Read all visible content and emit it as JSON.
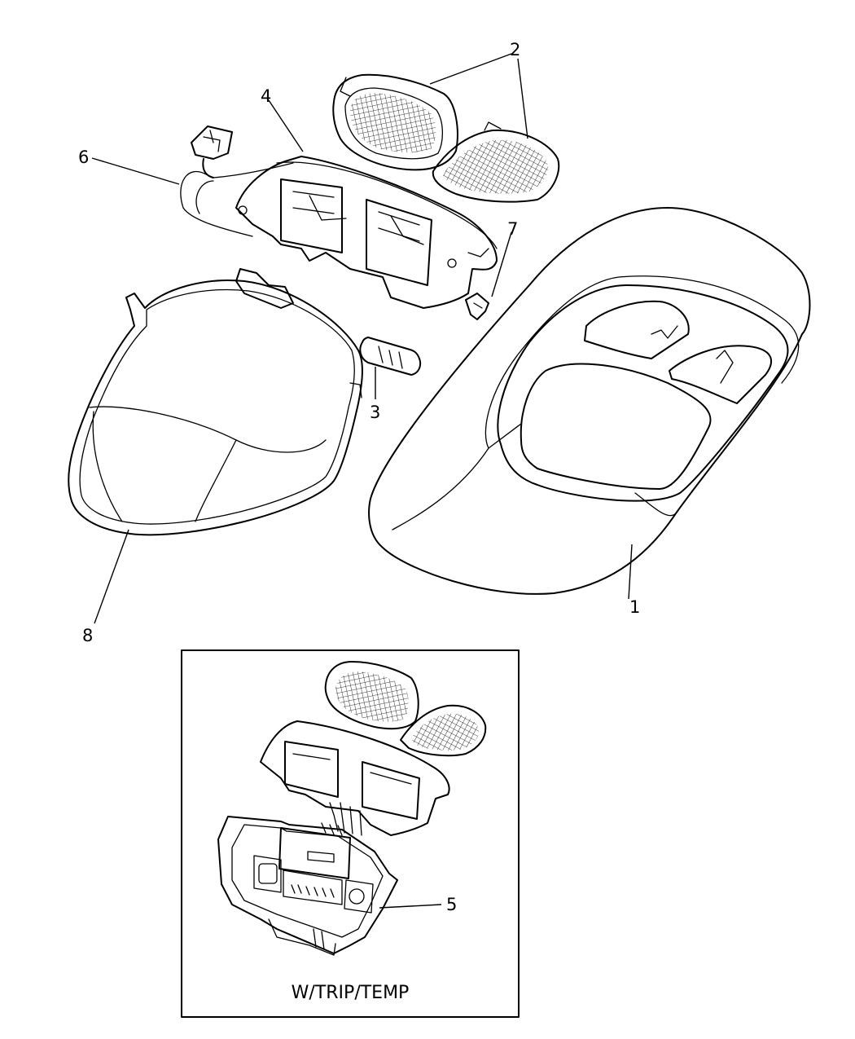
{
  "callouts": [
    {
      "id": "1",
      "label": "1"
    },
    {
      "id": "2",
      "label": "2"
    },
    {
      "id": "3",
      "label": "3"
    },
    {
      "id": "4",
      "label": "4"
    },
    {
      "id": "5",
      "label": "5"
    },
    {
      "id": "6",
      "label": "6"
    },
    {
      "id": "7",
      "label": "7"
    },
    {
      "id": "8",
      "label": "8"
    }
  ],
  "inset": {
    "caption": "W/TRIP/TEMP"
  }
}
